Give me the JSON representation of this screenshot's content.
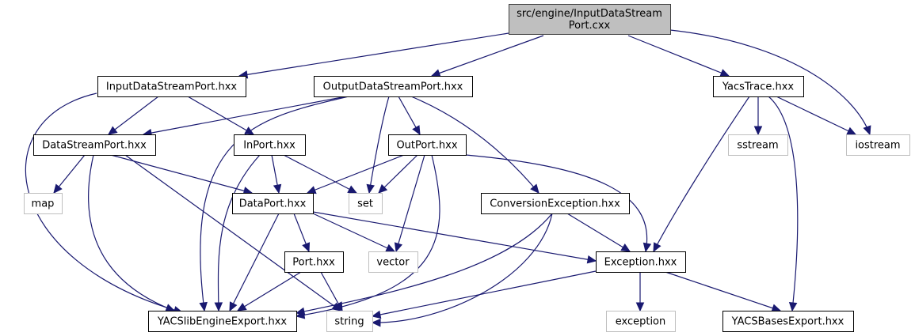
{
  "diagram": {
    "title": "src/engine/InputDataStreamPort.cxx",
    "colors": {
      "edge": "#191970",
      "main_fill": "#bfbfbf",
      "main_border": "#404040",
      "local_border": "#000000",
      "system_border": "#bfbfbf"
    },
    "nodes": [
      {
        "id": "root",
        "kind": "main",
        "lines": [
          "src/engine/InputDataStream",
          "Port.cxx"
        ]
      },
      {
        "id": "InputDataStreamPort",
        "kind": "local",
        "lines": [
          "InputDataStreamPort.hxx"
        ]
      },
      {
        "id": "OutputDataStreamPort",
        "kind": "local",
        "lines": [
          "OutputDataStreamPort.hxx"
        ]
      },
      {
        "id": "YacsTrace",
        "kind": "local",
        "lines": [
          "YacsTrace.hxx"
        ]
      },
      {
        "id": "DataStreamPort",
        "kind": "local",
        "lines": [
          "DataStreamPort.hxx"
        ]
      },
      {
        "id": "InPort",
        "kind": "local",
        "lines": [
          "InPort.hxx"
        ]
      },
      {
        "id": "OutPort",
        "kind": "local",
        "lines": [
          "OutPort.hxx"
        ]
      },
      {
        "id": "sstream",
        "kind": "system",
        "lines": [
          "sstream"
        ]
      },
      {
        "id": "iostream",
        "kind": "system",
        "lines": [
          "iostream"
        ]
      },
      {
        "id": "map",
        "kind": "system",
        "lines": [
          "map"
        ]
      },
      {
        "id": "DataPort",
        "kind": "local",
        "lines": [
          "DataPort.hxx"
        ]
      },
      {
        "id": "set",
        "kind": "system",
        "lines": [
          "set"
        ]
      },
      {
        "id": "ConversionException",
        "kind": "local",
        "lines": [
          "ConversionException.hxx"
        ]
      },
      {
        "id": "Port",
        "kind": "local",
        "lines": [
          "Port.hxx"
        ]
      },
      {
        "id": "vector",
        "kind": "system",
        "lines": [
          "vector"
        ]
      },
      {
        "id": "Exception",
        "kind": "local",
        "lines": [
          "Exception.hxx"
        ]
      },
      {
        "id": "YACSlibEngineExport",
        "kind": "local",
        "lines": [
          "YACSlibEngineExport.hxx"
        ]
      },
      {
        "id": "string",
        "kind": "system",
        "lines": [
          "string"
        ]
      },
      {
        "id": "exception",
        "kind": "system",
        "lines": [
          "exception"
        ]
      },
      {
        "id": "YACSBasesExport",
        "kind": "local",
        "lines": [
          "YACSBasesExport.hxx"
        ]
      }
    ],
    "edges": [
      [
        "root",
        "InputDataStreamPort"
      ],
      [
        "root",
        "OutputDataStreamPort"
      ],
      [
        "root",
        "YacsTrace"
      ],
      [
        "root",
        "iostream"
      ],
      [
        "InputDataStreamPort",
        "DataStreamPort"
      ],
      [
        "InputDataStreamPort",
        "InPort"
      ],
      [
        "InputDataStreamPort",
        "YACSlibEngineExport"
      ],
      [
        "OutputDataStreamPort",
        "DataStreamPort"
      ],
      [
        "OutputDataStreamPort",
        "OutPort"
      ],
      [
        "OutputDataStreamPort",
        "set"
      ],
      [
        "OutputDataStreamPort",
        "ConversionException"
      ],
      [
        "OutputDataStreamPort",
        "YACSlibEngineExport"
      ],
      [
        "YacsTrace",
        "sstream"
      ],
      [
        "YacsTrace",
        "iostream"
      ],
      [
        "YacsTrace",
        "Exception"
      ],
      [
        "YacsTrace",
        "YACSBasesExport"
      ],
      [
        "DataStreamPort",
        "map"
      ],
      [
        "DataStreamPort",
        "DataPort"
      ],
      [
        "DataStreamPort",
        "string"
      ],
      [
        "DataStreamPort",
        "YACSlibEngineExport"
      ],
      [
        "InPort",
        "DataPort"
      ],
      [
        "InPort",
        "set"
      ],
      [
        "InPort",
        "YACSlibEngineExport"
      ],
      [
        "OutPort",
        "DataPort"
      ],
      [
        "OutPort",
        "set"
      ],
      [
        "OutPort",
        "vector"
      ],
      [
        "OutPort",
        "Exception"
      ],
      [
        "OutPort",
        "YACSlibEngineExport"
      ],
      [
        "DataPort",
        "Port"
      ],
      [
        "DataPort",
        "vector"
      ],
      [
        "DataPort",
        "Exception"
      ],
      [
        "DataPort",
        "YACSlibEngineExport"
      ],
      [
        "ConversionException",
        "Exception"
      ],
      [
        "ConversionException",
        "YACSlibEngineExport"
      ],
      [
        "ConversionException",
        "string"
      ],
      [
        "Port",
        "YACSlibEngineExport"
      ],
      [
        "Port",
        "string"
      ],
      [
        "Exception",
        "string"
      ],
      [
        "Exception",
        "exception"
      ],
      [
        "Exception",
        "YACSBasesExport"
      ]
    ]
  }
}
